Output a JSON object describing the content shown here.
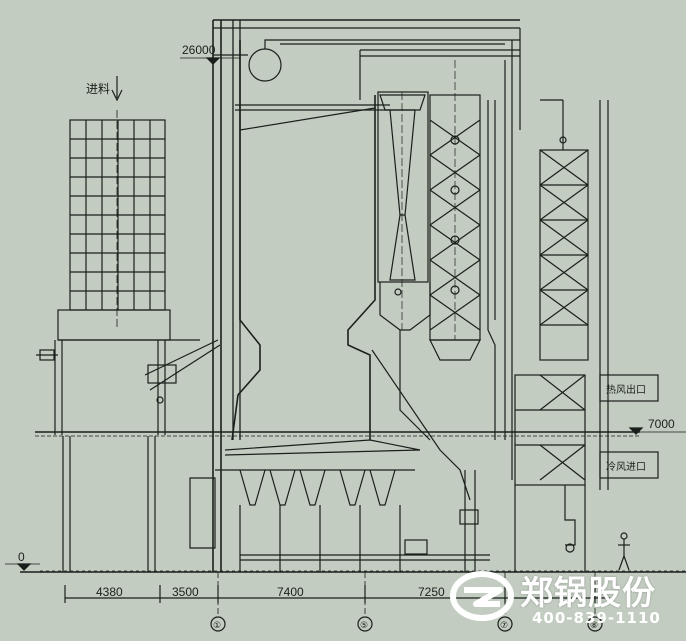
{
  "labels": {
    "feed": "进料",
    "hot_air_outlet": "热风出口",
    "cold_air_inlet": "冷风进口",
    "elevation_top": "26000",
    "elevation_mid": "7000",
    "elevation_ground": "0"
  },
  "dimensions": [
    "4380",
    "3500",
    "7400",
    "7250"
  ],
  "axis_markers": [
    "①",
    "⑤",
    "⑦",
    "⑧"
  ],
  "brand": {
    "name": "郑锅股份",
    "phone": "400-839-1110",
    "color": "#ffffff"
  },
  "colors": {
    "background": "#c2ccc0",
    "line": "#1b1f1c"
  }
}
